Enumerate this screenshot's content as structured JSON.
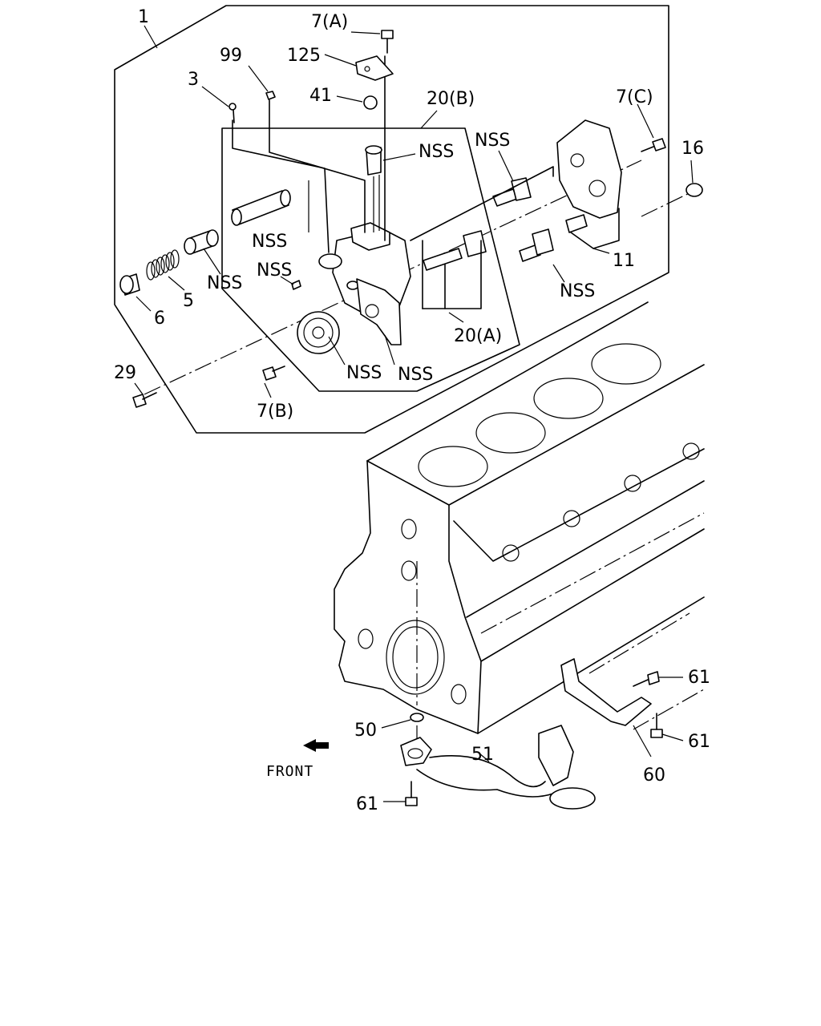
{
  "labels": {
    "l1": "1",
    "l7a": "7(A)",
    "l125": "125",
    "l99": "99",
    "l3": "3",
    "l41": "41",
    "l20b": "20(B)",
    "l7c": "7(C)",
    "l16": "16",
    "nss_top_right": "NSS",
    "nss_top_mid": "NSS",
    "nss_left_tube": "NSS",
    "nss_left_cyl": "NSS",
    "nss_pin": "NSS",
    "nss_right_gear": "NSS",
    "nss_gear": "NSS",
    "nss_body": "NSS",
    "l6": "6",
    "l5": "5",
    "l11": "11",
    "l20a": "20(A)",
    "l29": "29",
    "l7b": "7(B)",
    "l50": "50",
    "l51": "51",
    "l60": "60",
    "l61_a": "61",
    "l61_b": "61",
    "l61_c": "61",
    "front": "FRONT"
  }
}
